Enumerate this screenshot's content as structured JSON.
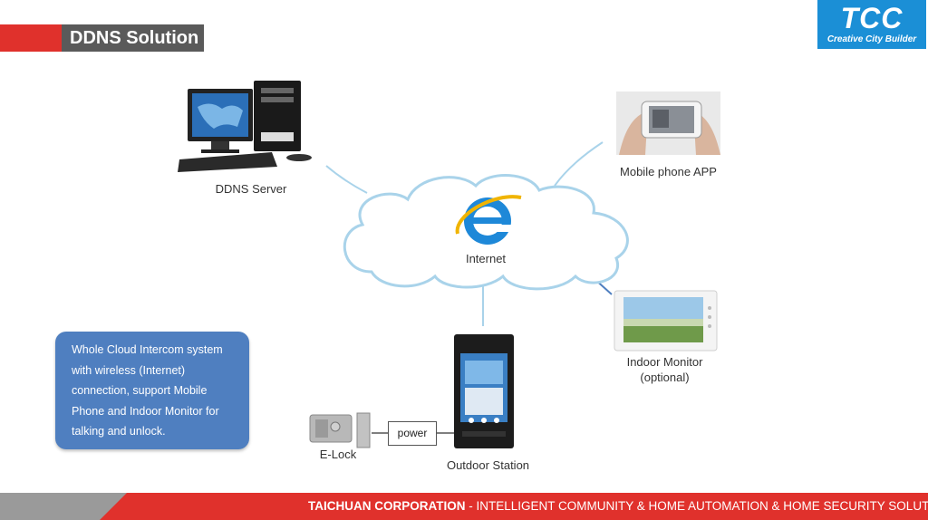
{
  "title": "DDNS Solution",
  "logo": {
    "main": "TCC",
    "tagline": "Creative City Builder"
  },
  "nodes": {
    "server": "DDNS Server",
    "mobile": "Mobile phone APP",
    "internet": "Internet",
    "monitor_line1": "Indoor Monitor",
    "monitor_line2": "(optional)",
    "outdoor": "Outdoor Station",
    "elock": "E-Lock",
    "power": "power"
  },
  "info_lines": [
    "Whole Cloud Intercom system",
    "with wireless (Internet)",
    "connection, support Mobile",
    "Phone and Indoor Monitor for",
    "talking and unlock."
  ],
  "footer": {
    "company": "TAICHUAN CORPORATION",
    "rest": " - INTELLIGENT COMMUNITY & HOME AUTOMATION & HOME SECURITY SOLUTIONS"
  },
  "colors": {
    "accent_red": "#e0312c",
    "title_gray": "#5a5a5a",
    "logo_blue": "#1b8fd6",
    "info_blue": "#4f7fc0",
    "cloud_line": "#a9d3ea"
  }
}
